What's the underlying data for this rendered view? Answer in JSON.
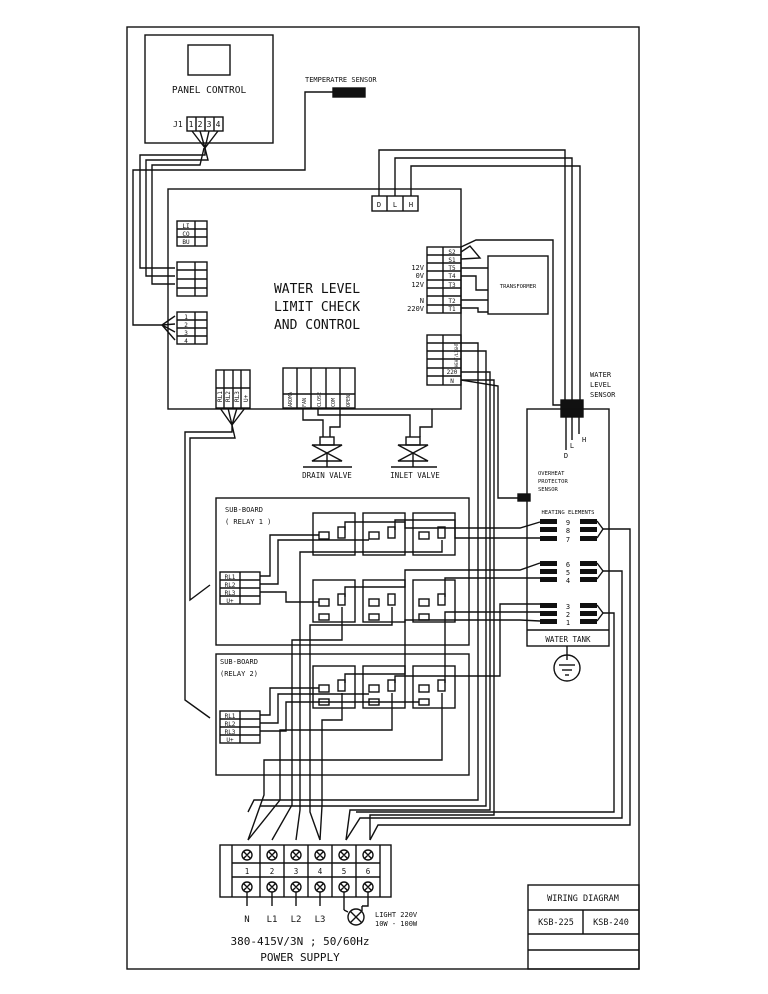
{
  "panel": {
    "title": "PANEL CONTROL",
    "connector": "J1",
    "pins": [
      "1",
      "2",
      "3",
      "4"
    ]
  },
  "temp_sensor": {
    "label": "TEMPERATRE SENSOR"
  },
  "main_board": {
    "title_lines": [
      "WATER LEVEL",
      "LIMIT CHECK",
      "AND CONTROL"
    ],
    "top_terminals": [
      "D",
      "L",
      "H"
    ],
    "left_terminals_a": [
      "LI",
      "CO",
      "BU"
    ],
    "left_terminals_c": [
      "1",
      "2",
      "3",
      "4"
    ],
    "bottom_relay_terminals": [
      "RL1",
      "RL2",
      "RL3",
      "U+"
    ],
    "bottom_valve_terminals": [
      "AROMA",
      "FAN",
      "CLOSE",
      "COM",
      "OPEN"
    ],
    "right_terminals": [
      "S2",
      "S1",
      "T5",
      "T4",
      "T3",
      "",
      "T2",
      "T1"
    ],
    "right_voltage_labels": [
      "12V",
      "0V",
      "12V",
      "N",
      "220V"
    ],
    "right_lower_terminals": [
      "",
      "",
      "HEAT/LIGHT",
      "",
      "220",
      "N"
    ]
  },
  "transformer": {
    "label": "TRANSFORMER"
  },
  "valves": {
    "drain": "DRAIN VALVE",
    "inlet": "INLET VALVE"
  },
  "water_level_sensor": {
    "label_lines": [
      "WATER",
      "LEVEL",
      "SENSOR"
    ],
    "pins": [
      "D",
      "L",
      "H"
    ]
  },
  "water_tank": {
    "label": "WATER TANK",
    "overheat_lines": [
      "OVERHEAT",
      "PROTECTOR",
      "SENSOR"
    ],
    "heating_label": "HEATING ELEMENTS",
    "element_numbers": [
      "9",
      "8",
      "7",
      "6",
      "5",
      "4",
      "3",
      "2",
      "1"
    ]
  },
  "sub_board_1": {
    "title_lines": [
      "SUB-BOARD",
      "( RELAY 1 )"
    ],
    "terminals": [
      "RL1",
      "RL2",
      "RL3",
      "U+"
    ]
  },
  "sub_board_2": {
    "title_lines": [
      "SUB-BOARD",
      "(RELAY 2)"
    ],
    "terminals": [
      "RL1",
      "RL2",
      "RL3",
      "U+"
    ]
  },
  "terminal_block": {
    "numbers": [
      "1",
      "2",
      "3",
      "4",
      "5",
      "6"
    ],
    "phase_labels": [
      "N",
      "L1",
      "L2",
      "L3"
    ],
    "light_lines": [
      "LIGHT 220V",
      "10W - 100W"
    ]
  },
  "power_supply": {
    "line1": "380-415V/3N ; 50/60Hz",
    "line2": "POWER SUPPLY"
  },
  "title_block": {
    "title": "WIRING DIAGRAM",
    "models": [
      "KSB-225",
      "KSB-240"
    ]
  }
}
